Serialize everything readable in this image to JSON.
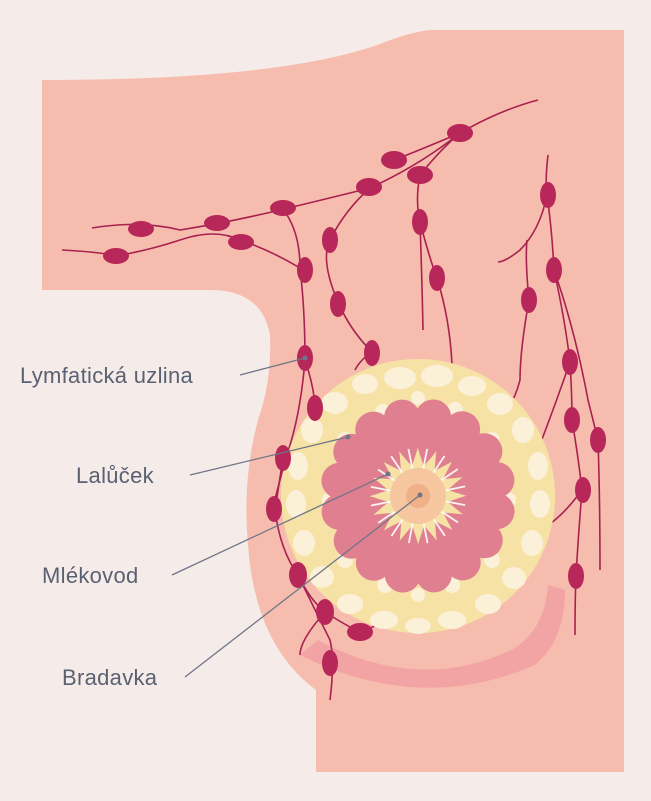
{
  "labels": {
    "lymph_node": "Lymfatická uzlina",
    "lobule": "Lalůček",
    "milk_duct": "Mlékovod",
    "nipple": "Bradavka"
  },
  "colors": {
    "background": "#f5ece9",
    "skin": "#f6bdae",
    "skin_shadow": "#f2a3a3",
    "fat_tissue": "#f7e2a6",
    "fat_cells": "#fbf1d9",
    "lobule": "#e07f8f",
    "nipple": "#f5c6a0",
    "lymph": "#b8275a",
    "vessel": "#a8214f",
    "text": "#5a6172"
  }
}
